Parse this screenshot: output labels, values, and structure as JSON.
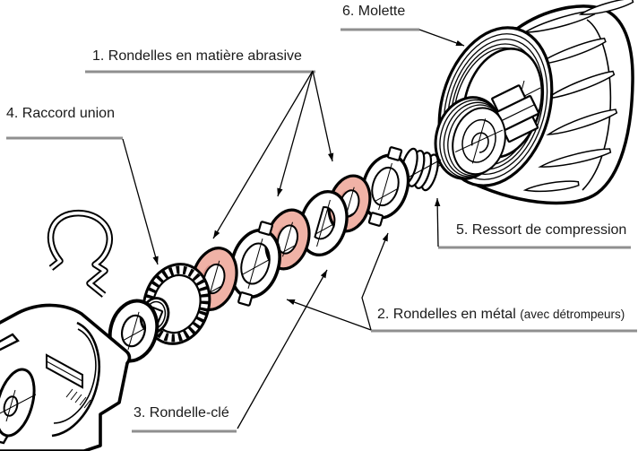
{
  "labels": {
    "abrasive_washers": "1. Rondelles en matière abrasive",
    "metal_washers": "2. Rondelles en métal ",
    "metal_washers_note": "(avec détrompeurs)",
    "key_washer": "3. Rondelle-clé",
    "union_fitting": "4. Raccord union",
    "compression_spring": "5. Ressort de compression",
    "knob": "6. Molette"
  },
  "colors": {
    "abrasive_pink": "#f0b2a6",
    "abrasive_pink_shadow": "#d9958a",
    "leader_gray": "#8f8f8f",
    "ink": "#000000",
    "background": "#ffffff"
  }
}
